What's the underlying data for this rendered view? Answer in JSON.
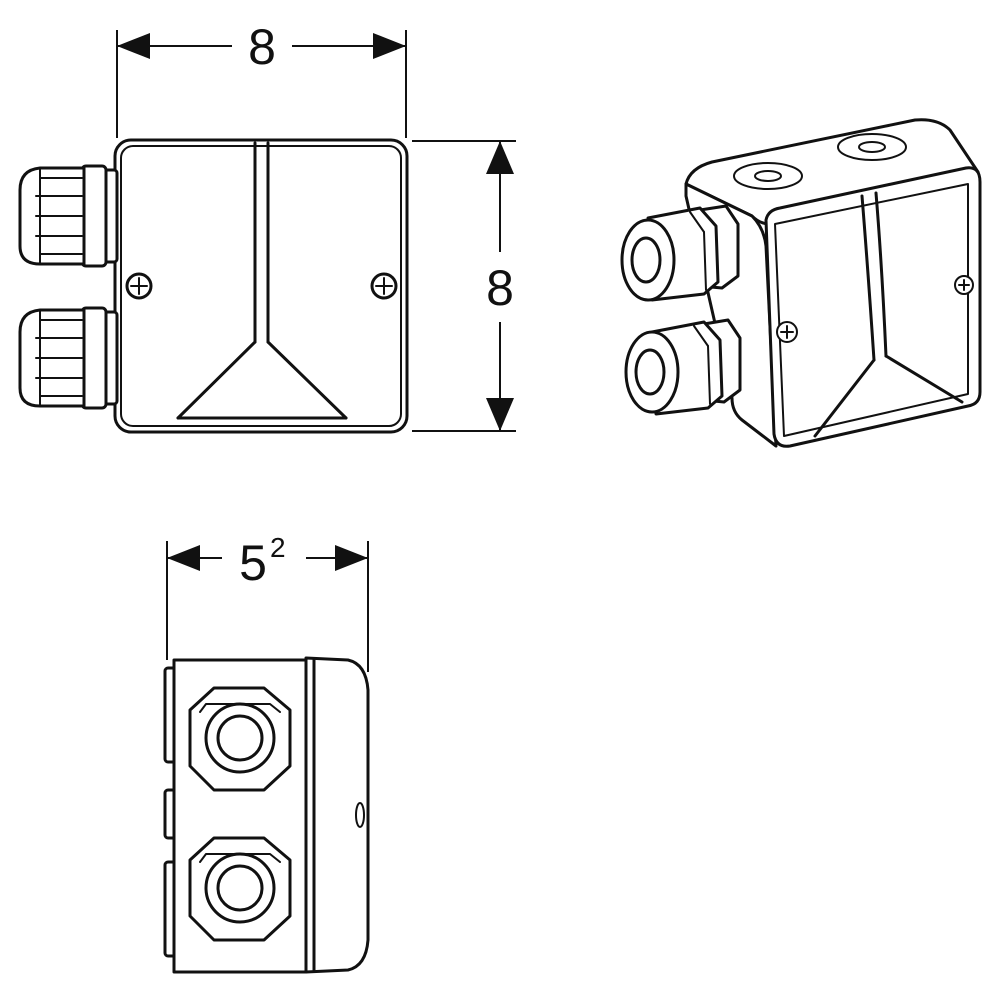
{
  "dimensions": {
    "front_width": "8",
    "front_height": "8",
    "side_depth_main": "5",
    "side_depth_sup": "2"
  },
  "colors": {
    "line": "#111111",
    "background": "#ffffff"
  },
  "icons": {
    "screw": "screw-icon",
    "cable_gland": "cable-gland-icon"
  }
}
